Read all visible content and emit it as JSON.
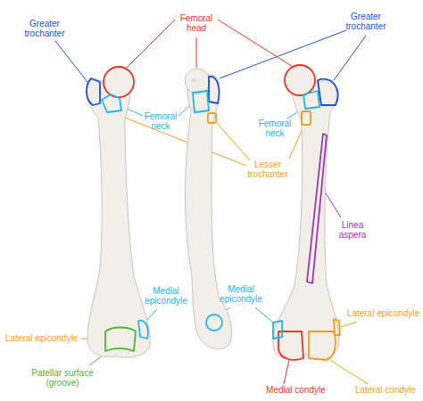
{
  "diagram": {
    "labels": [
      "Greater trochanter",
      "Femoral head",
      "Greater trochanter",
      "Femoral neck",
      "Femoral neck",
      "Lesser trochanter",
      "Linea aspera",
      "Medial epicondyle",
      "Medial epicondyle",
      "Lateral epicondyle",
      "Lateral epicondyle",
      "Patellar surface (groove)",
      "Medial condyle",
      "Lateral condyle"
    ]
  }
}
